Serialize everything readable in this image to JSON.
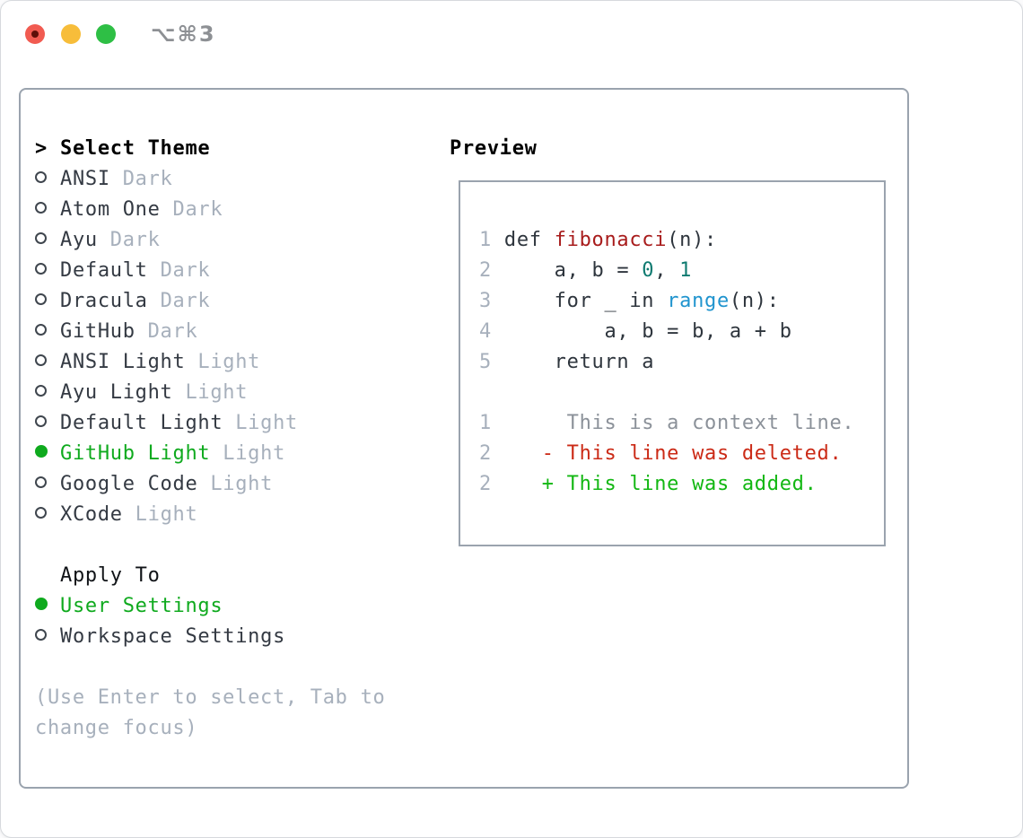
{
  "titlebar": {
    "shortcut": "⌥⌘3",
    "buttons": [
      "close",
      "minimize",
      "zoom"
    ]
  },
  "theme_selector": {
    "header_marker": ">",
    "header": "Select Theme",
    "items": [
      {
        "label": "ANSI",
        "variant": "Dark",
        "selected": false
      },
      {
        "label": "Atom One",
        "variant": "Dark",
        "selected": false
      },
      {
        "label": "Ayu",
        "variant": "Dark",
        "selected": false
      },
      {
        "label": "Default",
        "variant": "Dark",
        "selected": false
      },
      {
        "label": "Dracula",
        "variant": "Dark",
        "selected": false
      },
      {
        "label": "GitHub",
        "variant": "Dark",
        "selected": false
      },
      {
        "label": "ANSI Light",
        "variant": "Light",
        "selected": false
      },
      {
        "label": "Ayu Light",
        "variant": "Light",
        "selected": false
      },
      {
        "label": "Default Light",
        "variant": "Light",
        "selected": false
      },
      {
        "label": "GitHub Light",
        "variant": "Light",
        "selected": true
      },
      {
        "label": "Google Code",
        "variant": "Light",
        "selected": false
      },
      {
        "label": "XCode",
        "variant": "Light",
        "selected": false
      }
    ],
    "apply_to": {
      "header": "Apply To",
      "options": [
        {
          "label": "User Settings",
          "selected": true
        },
        {
          "label": "Workspace Settings",
          "selected": false
        }
      ]
    },
    "help_lines": [
      "(Use Enter to select, Tab to",
      "change focus)"
    ]
  },
  "preview": {
    "header": "Preview",
    "lines": [
      {
        "name": "code-line",
        "segs": [
          {
            "t": "1",
            "c": "ln"
          },
          {
            "t": " def ",
            "c": "code"
          },
          {
            "t": "fibonacci",
            "c": "fn"
          },
          {
            "t": "(n):",
            "c": "code"
          }
        ]
      },
      {
        "name": "code-line",
        "segs": [
          {
            "t": "2",
            "c": "ln"
          },
          {
            "t": "     a, b = ",
            "c": "code"
          },
          {
            "t": "0",
            "c": "num"
          },
          {
            "t": ", ",
            "c": "code"
          },
          {
            "t": "1",
            "c": "num"
          }
        ]
      },
      {
        "name": "code-line",
        "segs": [
          {
            "t": "3",
            "c": "ln"
          },
          {
            "t": "     for _ in ",
            "c": "code"
          },
          {
            "t": "range",
            "c": "bi"
          },
          {
            "t": "(n):",
            "c": "code"
          }
        ]
      },
      {
        "name": "code-line",
        "segs": [
          {
            "t": "4",
            "c": "ln"
          },
          {
            "t": "         a, b = b, a + b",
            "c": "code"
          }
        ]
      },
      {
        "name": "code-line",
        "segs": [
          {
            "t": "5",
            "c": "ln"
          },
          {
            "t": "     return a",
            "c": "code"
          }
        ]
      },
      {
        "name": "blank-line",
        "segs": []
      },
      {
        "name": "diff-context-line",
        "segs": [
          {
            "t": "1",
            "c": "ln"
          },
          {
            "t": "      This is a context line.",
            "c": "ctx"
          }
        ]
      },
      {
        "name": "diff-deleted-line",
        "segs": [
          {
            "t": "2",
            "c": "ln"
          },
          {
            "t": "    ",
            "c": "code"
          },
          {
            "t": "- This line was deleted.",
            "c": "del"
          }
        ]
      },
      {
        "name": "diff-added-line",
        "segs": [
          {
            "t": "2",
            "c": "ln"
          },
          {
            "t": "    ",
            "c": "code"
          },
          {
            "t": "+ This line was added.",
            "c": "add"
          }
        ]
      }
    ]
  },
  "colors": {
    "selection-green": "#0faa1e",
    "added-green": "#12b712",
    "deleted-red": "#cb2a16",
    "context-gray": "#8b9199",
    "line-number-gray": "#a7b0bc",
    "suffix-gray": "#a7b0bc",
    "item-dark": "#343a43",
    "code-dark": "#2e353d",
    "function-red": "#a81c1c",
    "number-teal": "#0e7a70",
    "builtin-blue": "#2094ce",
    "panel-border": "#9aa3ae",
    "traffic-red": "#f15b51",
    "traffic-red-dot": "#5e0f08",
    "traffic-yellow": "#f7bd3a",
    "traffic-green": "#2ebf45",
    "shortcut-gray": "#8d9094",
    "help-gray": "#a7b0bc"
  }
}
